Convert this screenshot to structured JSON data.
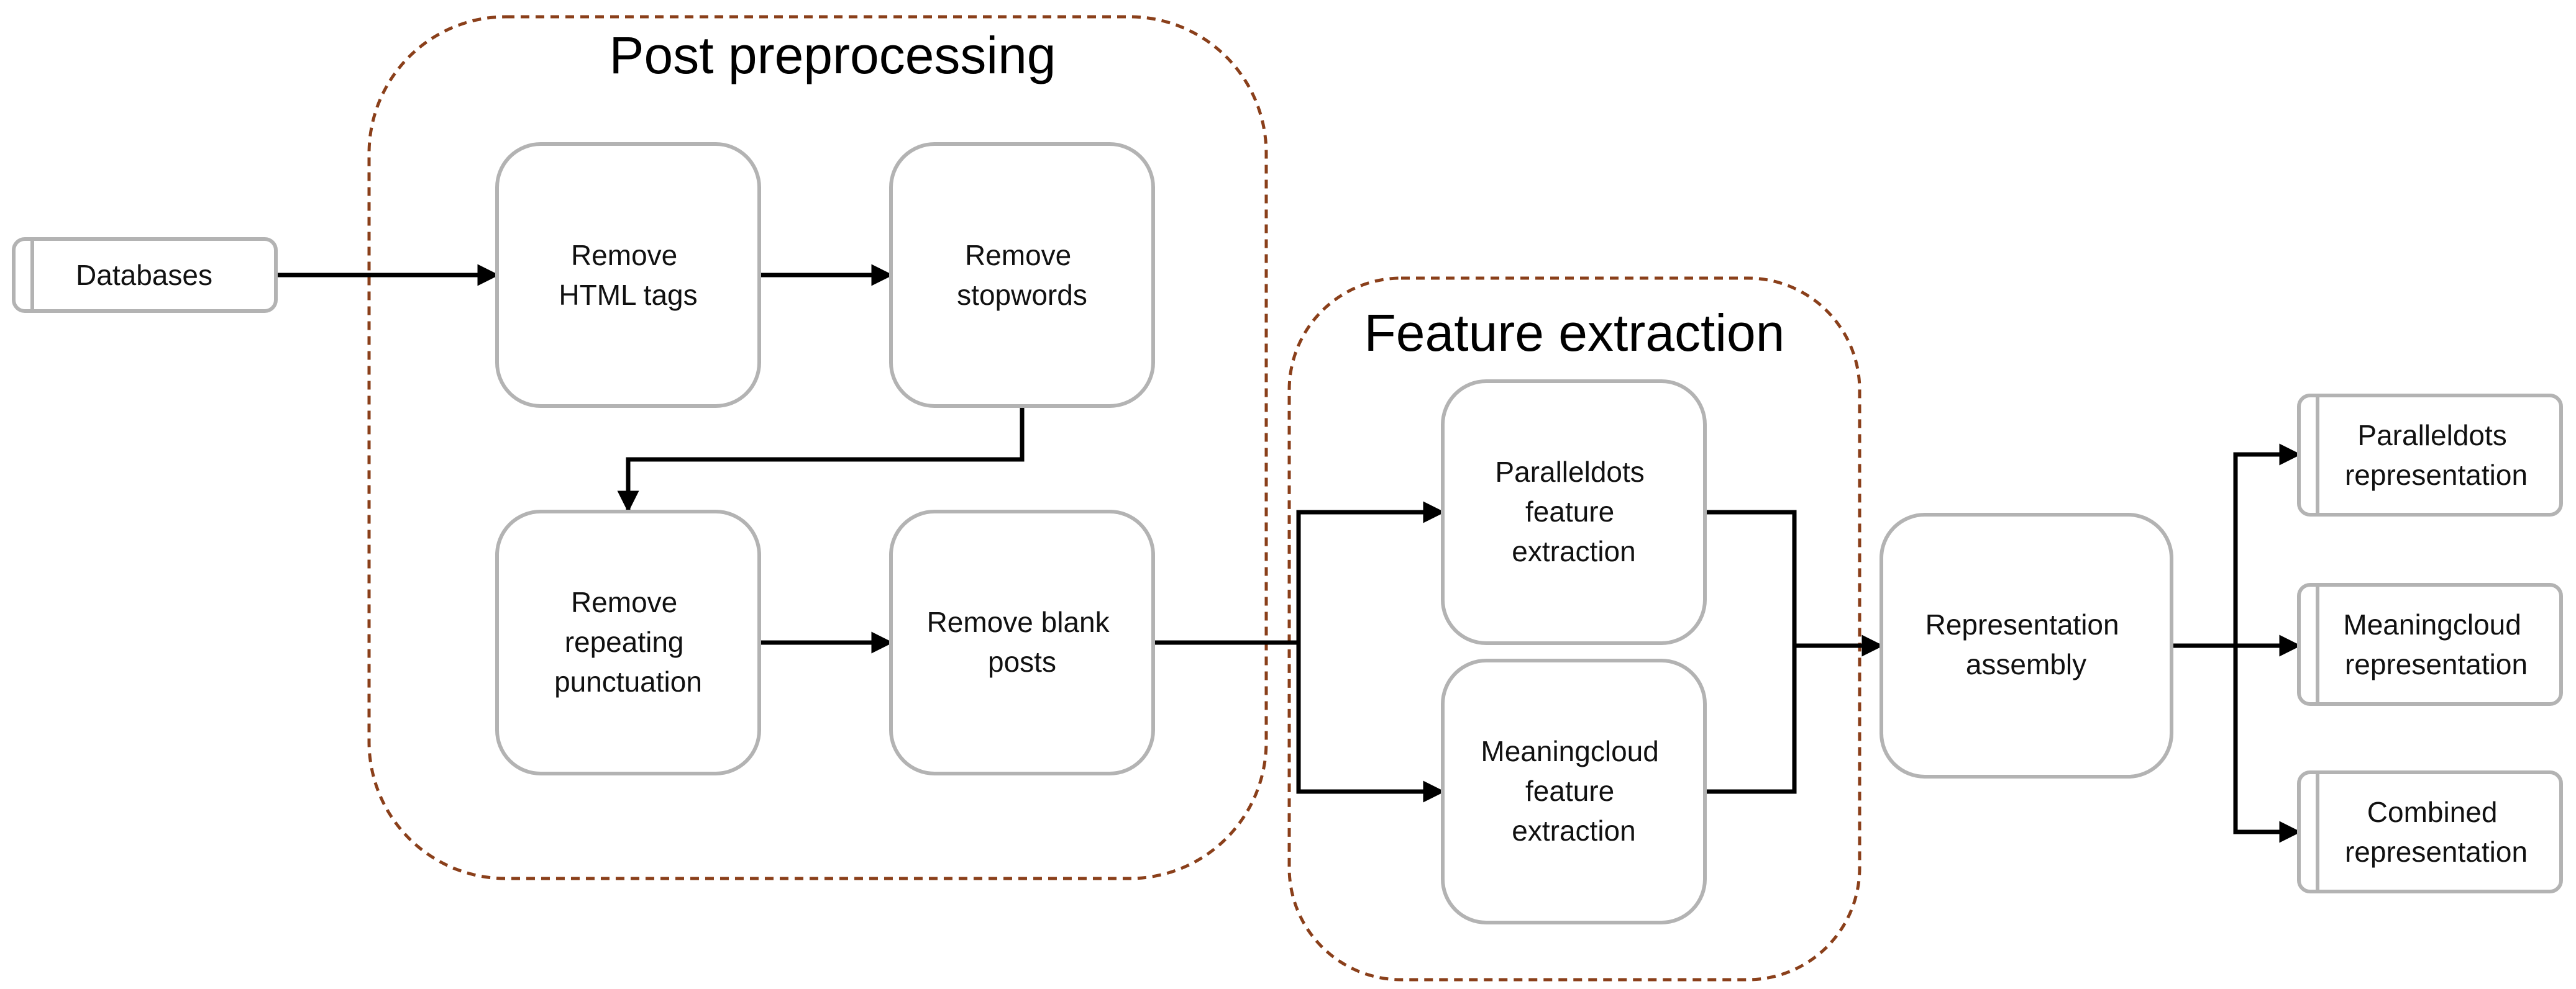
{
  "groups": {
    "post_preprocessing": "Post preprocessing",
    "feature_extraction": "Feature extraction"
  },
  "nodes": {
    "databases": [
      "Databases"
    ],
    "remove_html": [
      "Remove",
      "HTML tags"
    ],
    "remove_stopwords": [
      "Remove",
      "stopwords"
    ],
    "remove_repeating": [
      "Remove",
      "repeating",
      "punctuation"
    ],
    "remove_blank": [
      "Remove blank",
      "posts"
    ],
    "paralleldots_fe": [
      "Paralleldots",
      "feature",
      "extraction"
    ],
    "meaningcloud_fe": [
      "Meaningcloud",
      "feature",
      "extraction"
    ],
    "representation_assembly": [
      "Representation",
      "assembly"
    ],
    "paralleldots_rep": [
      "Paralleldots",
      "representation"
    ],
    "meaningcloud_rep": [
      "Meaningcloud",
      "representation"
    ],
    "combined_rep": [
      "Combined",
      "representation"
    ]
  },
  "edges": [
    [
      "databases",
      "remove_html"
    ],
    [
      "remove_html",
      "remove_stopwords"
    ],
    [
      "remove_stopwords",
      "remove_repeating"
    ],
    [
      "remove_repeating",
      "remove_blank"
    ],
    [
      "remove_blank",
      "paralleldots_fe"
    ],
    [
      "remove_blank",
      "meaningcloud_fe"
    ],
    [
      "paralleldots_fe",
      "representation_assembly"
    ],
    [
      "meaningcloud_fe",
      "representation_assembly"
    ],
    [
      "representation_assembly",
      "paralleldots_rep"
    ],
    [
      "representation_assembly",
      "meaningcloud_rep"
    ],
    [
      "representation_assembly",
      "combined_rep"
    ]
  ]
}
